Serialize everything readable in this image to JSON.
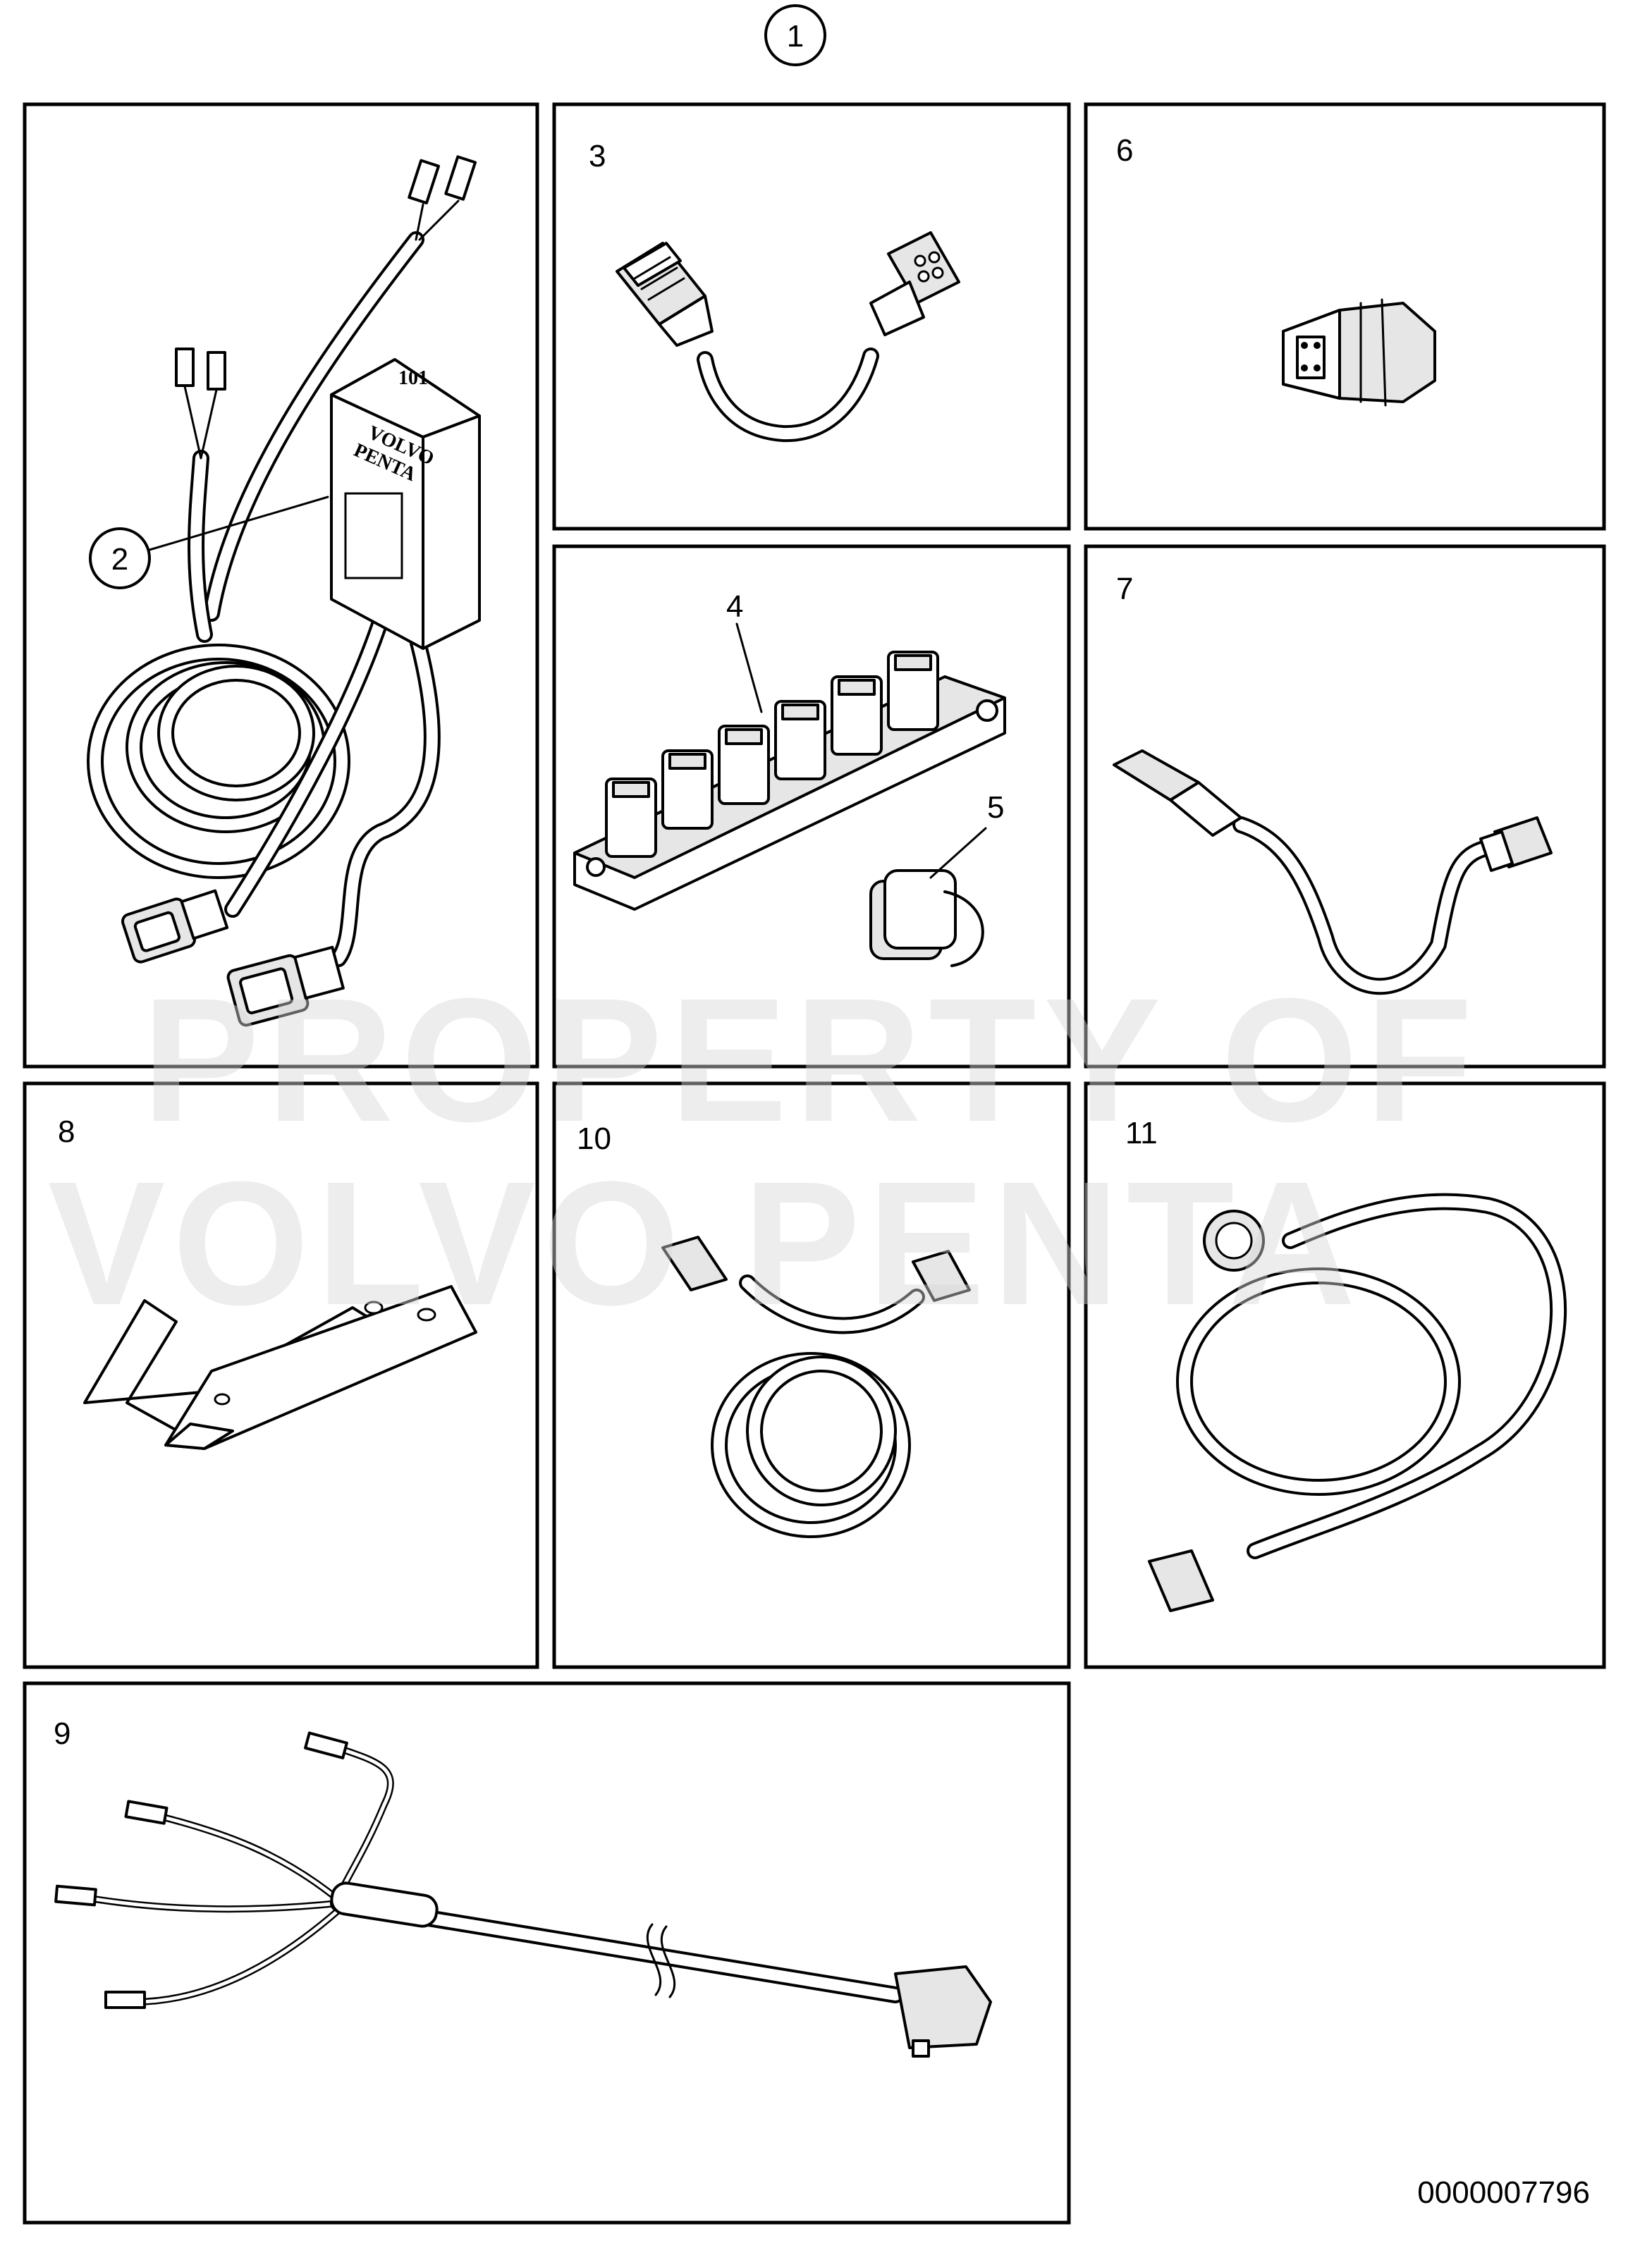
{
  "callouts": {
    "c1": "1",
    "c2": "2",
    "c3": "3",
    "c4": "4",
    "c5": "5",
    "c6": "6",
    "c7": "7",
    "c8": "8",
    "c9": "9",
    "c10": "10",
    "c11": "11"
  },
  "module_brand_line1": "VOLVO",
  "module_brand_line2": "PENTA",
  "module_top_mark": "101",
  "watermark": {
    "line1": "PROPERTY OF",
    "line2": "VOLVO PENTA"
  },
  "drawing_number": "0000007796"
}
